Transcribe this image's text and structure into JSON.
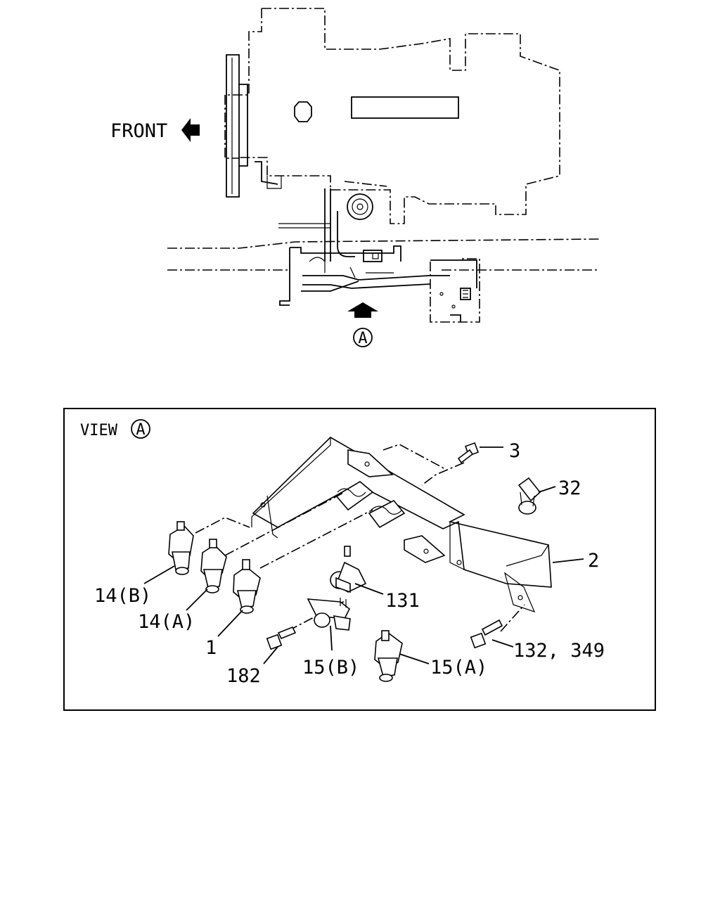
{
  "top_view": {
    "front_label": "FRONT",
    "view_marker": "A"
  },
  "view_box": {
    "title": "VIEW",
    "title_marker": "A"
  },
  "callouts": {
    "c3": "3",
    "c32": "32",
    "c2": "2",
    "c14b": "14(B)",
    "c14a": "14(A)",
    "c1": "1",
    "c131": "131",
    "c182": "182",
    "c15b": "15(B)",
    "c15a": "15(A)",
    "c132": "132, 349"
  }
}
